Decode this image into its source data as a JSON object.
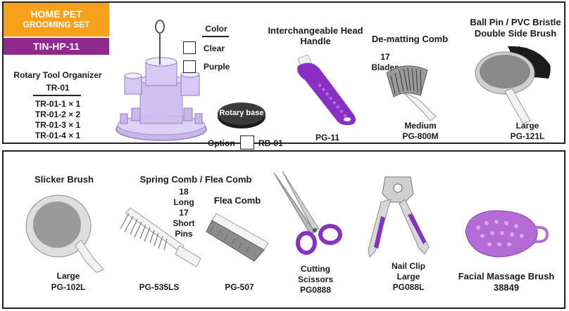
{
  "header": {
    "title_line1": "HOME PET",
    "title_line2": "GROOMING SET",
    "model_code": "TIN-HP-11",
    "brand_orange": "#f7a01b",
    "brand_purple": "#8e2a8f"
  },
  "organizer": {
    "title": "Rotary Tool Organizer",
    "code": "TR-01",
    "items": [
      "TR-01-1 × 1",
      "TR-01-2 × 2",
      "TR-01-3 × 1",
      "TR-01-4 × 1"
    ]
  },
  "color_options": {
    "heading": "Color",
    "options": [
      "Clear",
      "Purple"
    ]
  },
  "rotary_base": {
    "label": "Rotary base",
    "option_label": "Option",
    "code": "RB-01"
  },
  "products": {
    "handle": {
      "title_line1": "Interchangeable Head",
      "title_line2": "Handle",
      "code": "PG-11"
    },
    "dematting": {
      "title": "De-matting Comb",
      "blades_line1": "17",
      "blades_line2": "Blades",
      "size": "Medium",
      "code": "PG-800M"
    },
    "ballpin": {
      "title_line1": "Ball Pin / PVC Bristle",
      "title_line2": "Double Side Brush",
      "size": "Large",
      "code": "PG-121L"
    },
    "slicker": {
      "title": "Slicker Brush",
      "size": "Large",
      "code": "PG-102L"
    },
    "spring": {
      "title": "Spring Comb / Flea Comb",
      "pins": [
        "18",
        "Long",
        "17",
        "Short",
        "Pins"
      ],
      "code": "PG-535LS"
    },
    "flea": {
      "title": "Flea Comb",
      "code": "PG-507"
    },
    "scissors": {
      "name_line1": "Cutting",
      "name_line2": "Scissors",
      "code": "PG0888"
    },
    "nailclip": {
      "name_line1": "Nail Clip",
      "size": "Large",
      "code": "PG088L"
    },
    "massage": {
      "name": "Facial Massage Brush",
      "code": "38849"
    }
  }
}
